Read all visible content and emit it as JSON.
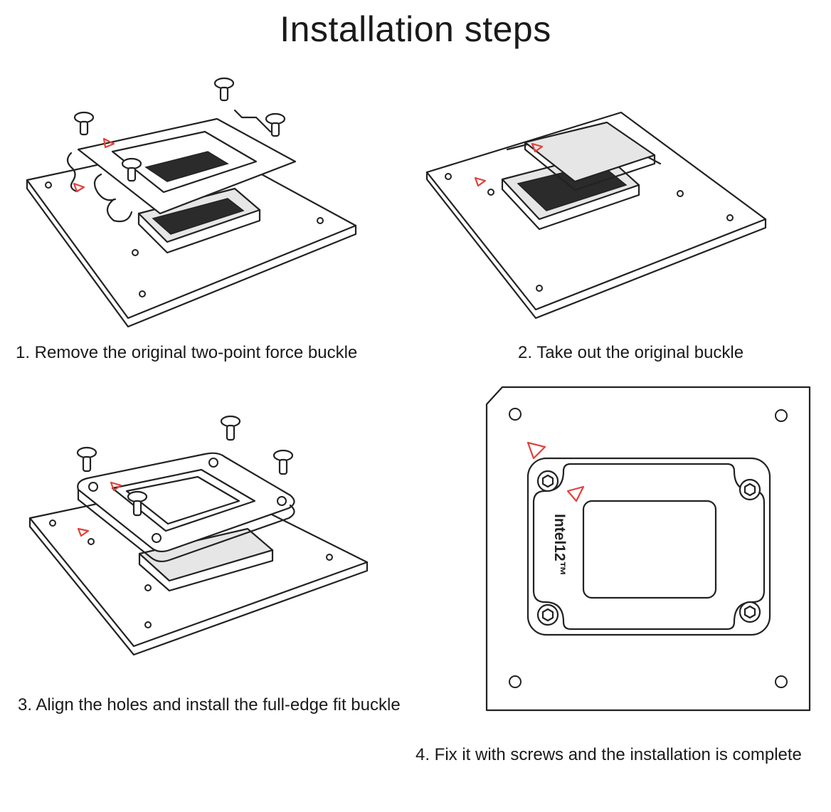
{
  "page": {
    "title": "Installation steps"
  },
  "steps": [
    {
      "caption": "1. Remove the original two-point force buckle"
    },
    {
      "caption": "2. Take out the original buckle"
    },
    {
      "caption": "3. Align the holes and install the full-edge fit buckle"
    },
    {
      "caption": "4. Fix it with screws and the installation is complete"
    }
  ],
  "bracket": {
    "brand_label": "Intel12™"
  },
  "colors": {
    "marker": "#e0413a",
    "line": "#222222"
  },
  "icons": [
    "screw-icon",
    "alignment-triangle-icon",
    "mounting-hole-icon",
    "torx-screw-icon"
  ]
}
